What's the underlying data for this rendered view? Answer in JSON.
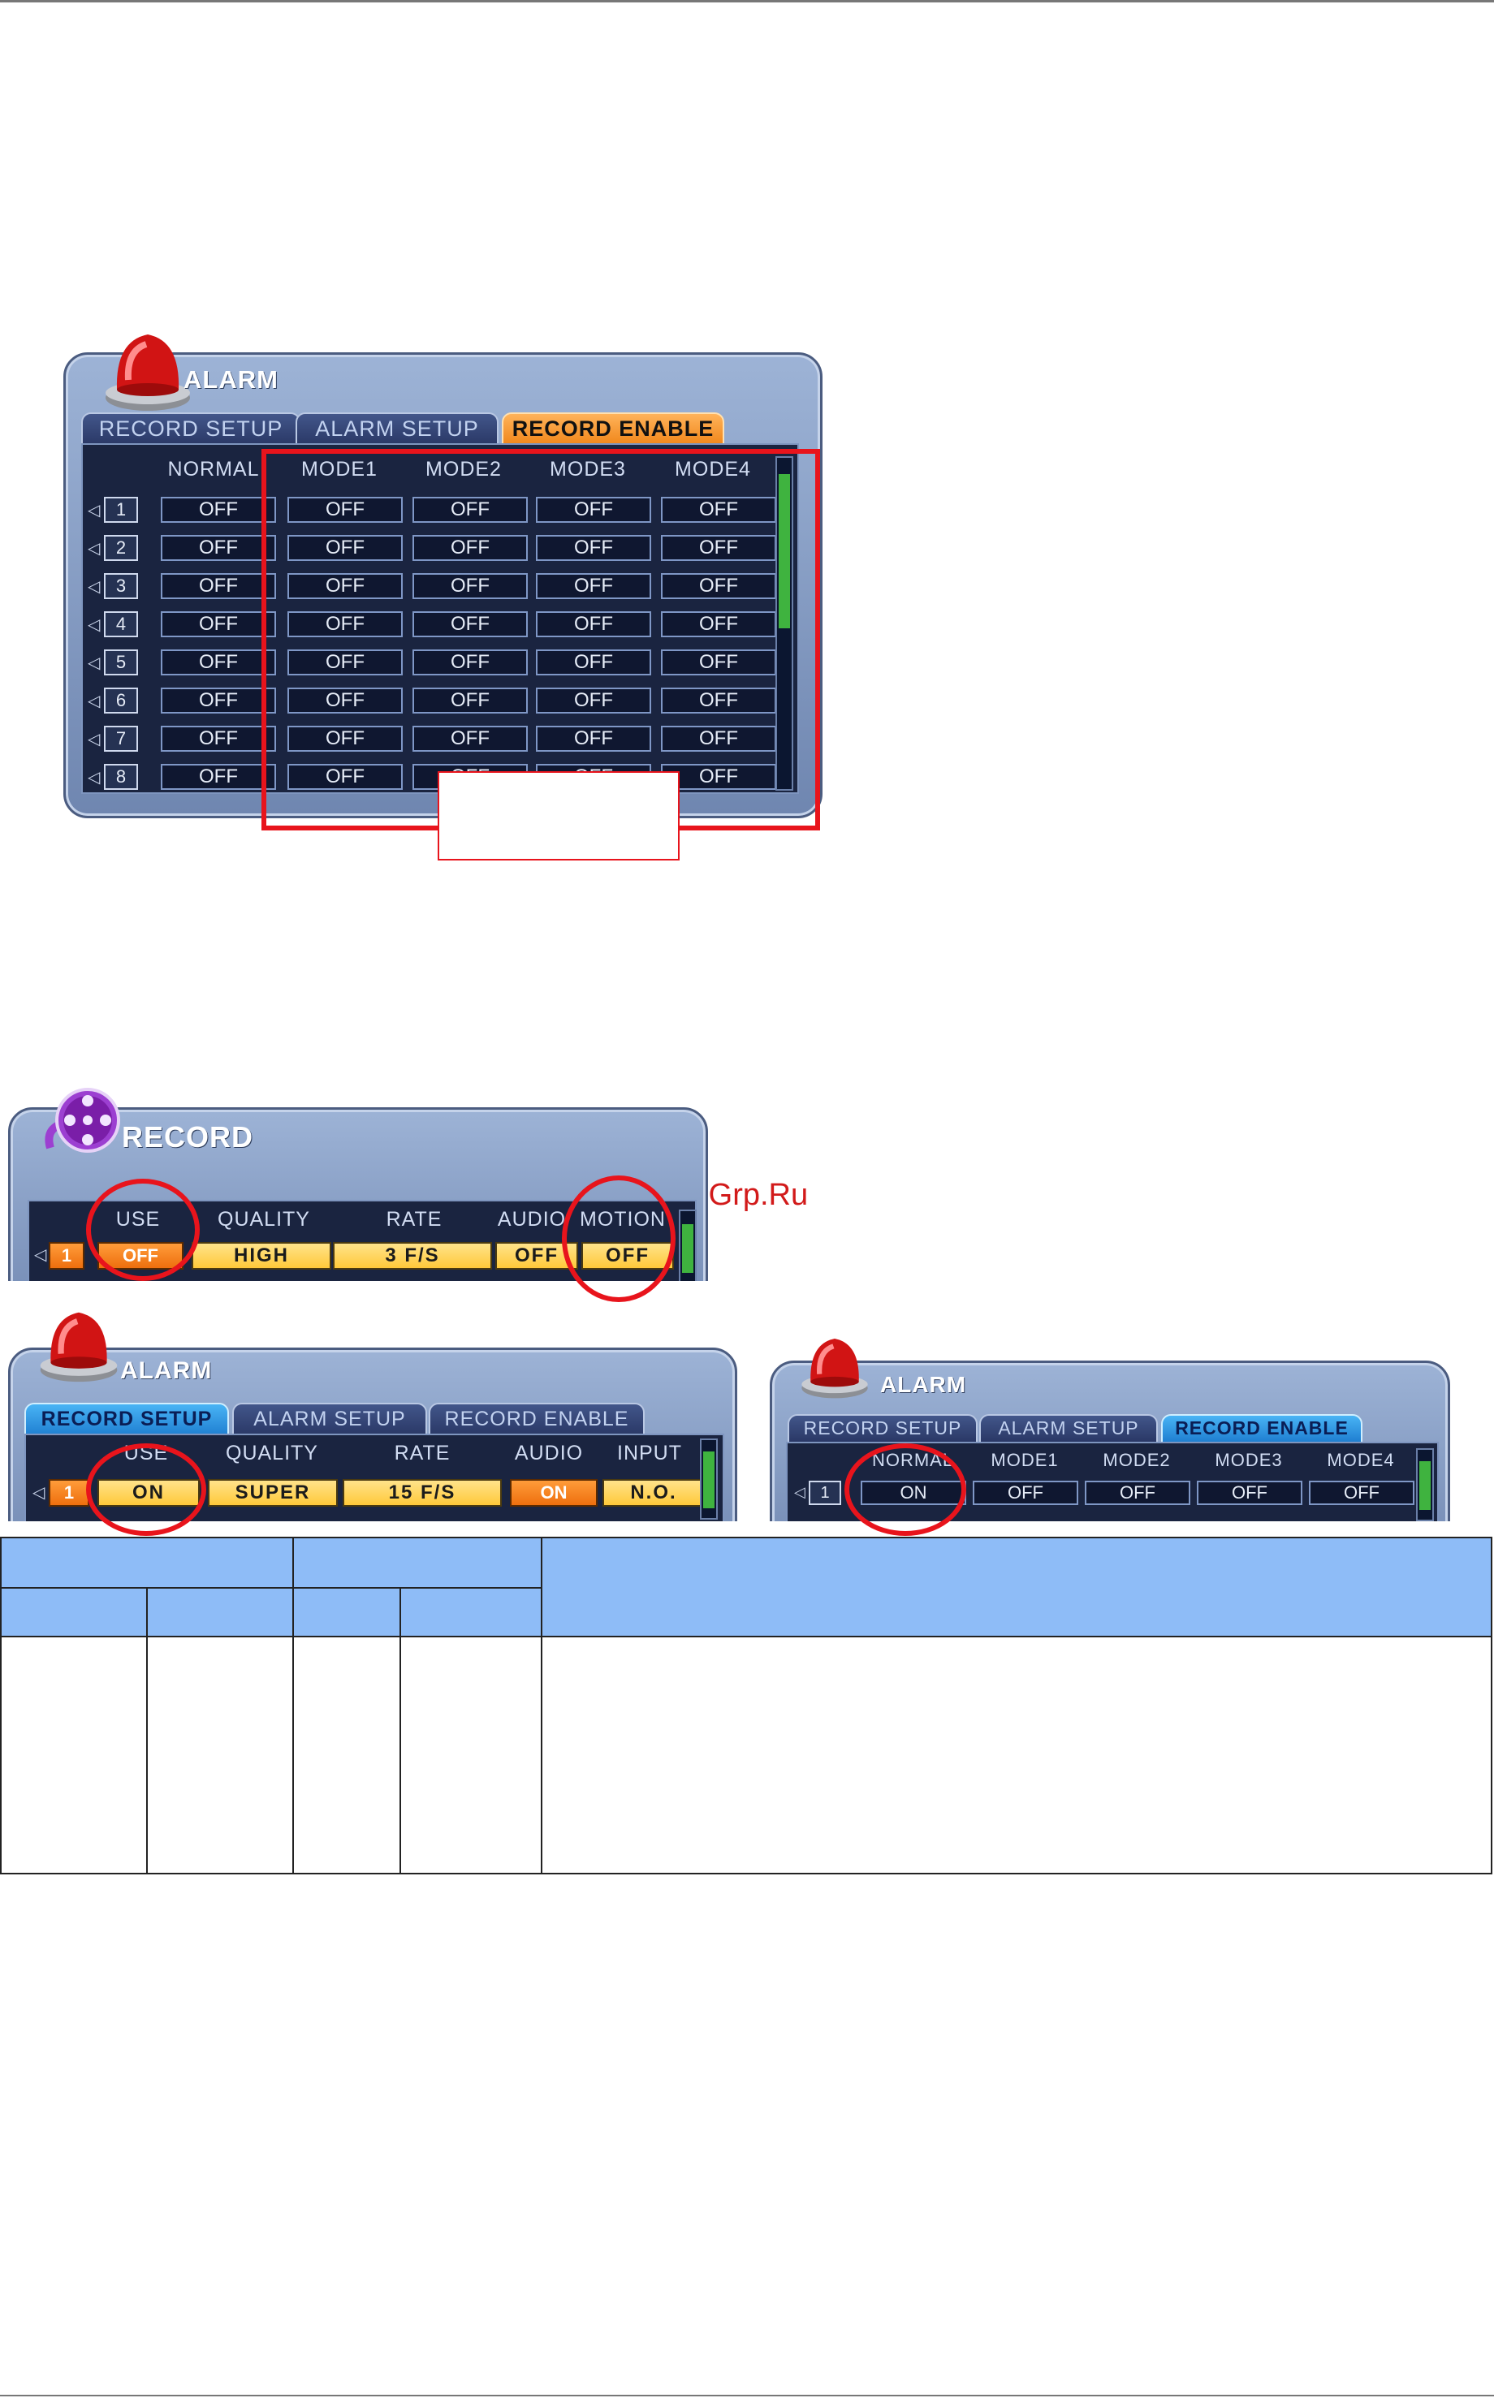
{
  "watermark": "McGrp.Ru",
  "alarm_top": {
    "title": "ALARM",
    "tabs": [
      "RECORD SETUP",
      "ALARM SETUP",
      "RECORD ENABLE"
    ],
    "columns": [
      "NORMAL",
      "MODE1",
      "MODE2",
      "MODE3",
      "MODE4"
    ],
    "rows": [
      {
        "num": "1",
        "values": [
          "OFF",
          "OFF",
          "OFF",
          "OFF",
          "OFF"
        ]
      },
      {
        "num": "2",
        "values": [
          "OFF",
          "OFF",
          "OFF",
          "OFF",
          "OFF"
        ]
      },
      {
        "num": "3",
        "values": [
          "OFF",
          "OFF",
          "OFF",
          "OFF",
          "OFF"
        ]
      },
      {
        "num": "4",
        "values": [
          "OFF",
          "OFF",
          "OFF",
          "OFF",
          "OFF"
        ]
      },
      {
        "num": "5",
        "values": [
          "OFF",
          "OFF",
          "OFF",
          "OFF",
          "OFF"
        ]
      },
      {
        "num": "6",
        "values": [
          "OFF",
          "OFF",
          "OFF",
          "OFF",
          "OFF"
        ]
      },
      {
        "num": "7",
        "values": [
          "OFF",
          "OFF",
          "OFF",
          "OFF",
          "OFF"
        ]
      },
      {
        "num": "8",
        "values": [
          "OFF",
          "OFF",
          "OFF",
          "OFF",
          "OFF"
        ]
      }
    ]
  },
  "record_panel": {
    "title": "RECORD",
    "columns": [
      "USE",
      "QUALITY",
      "RATE",
      "AUDIO",
      "MOTION"
    ],
    "row": {
      "num": "1",
      "use": "OFF",
      "quality": "HIGH",
      "rate": "3 F/S",
      "audio": "OFF",
      "motion": "OFF"
    }
  },
  "alarm_record_setup": {
    "title": "ALARM",
    "tabs": [
      "RECORD SETUP",
      "ALARM SETUP",
      "RECORD ENABLE"
    ],
    "columns": [
      "USE",
      "QUALITY",
      "RATE",
      "AUDIO",
      "INPUT"
    ],
    "row": {
      "num": "1",
      "use": "ON",
      "quality": "SUPER",
      "rate": "15 F/S",
      "audio": "ON",
      "input": "N.O."
    }
  },
  "alarm_record_enable": {
    "title": "ALARM",
    "tabs": [
      "RECORD SETUP",
      "ALARM SETUP",
      "RECORD ENABLE"
    ],
    "columns": [
      "NORMAL",
      "MODE1",
      "MODE2",
      "MODE3",
      "MODE4"
    ],
    "row": {
      "num": "1",
      "values": [
        "ON",
        "OFF",
        "OFF",
        "OFF",
        "OFF"
      ]
    }
  },
  "colors": {
    "highlight_red": "#e8141c",
    "table_header": "#8ebcf7",
    "orange_tab": "#f0861a",
    "blue_tab": "#1f7fd1"
  }
}
